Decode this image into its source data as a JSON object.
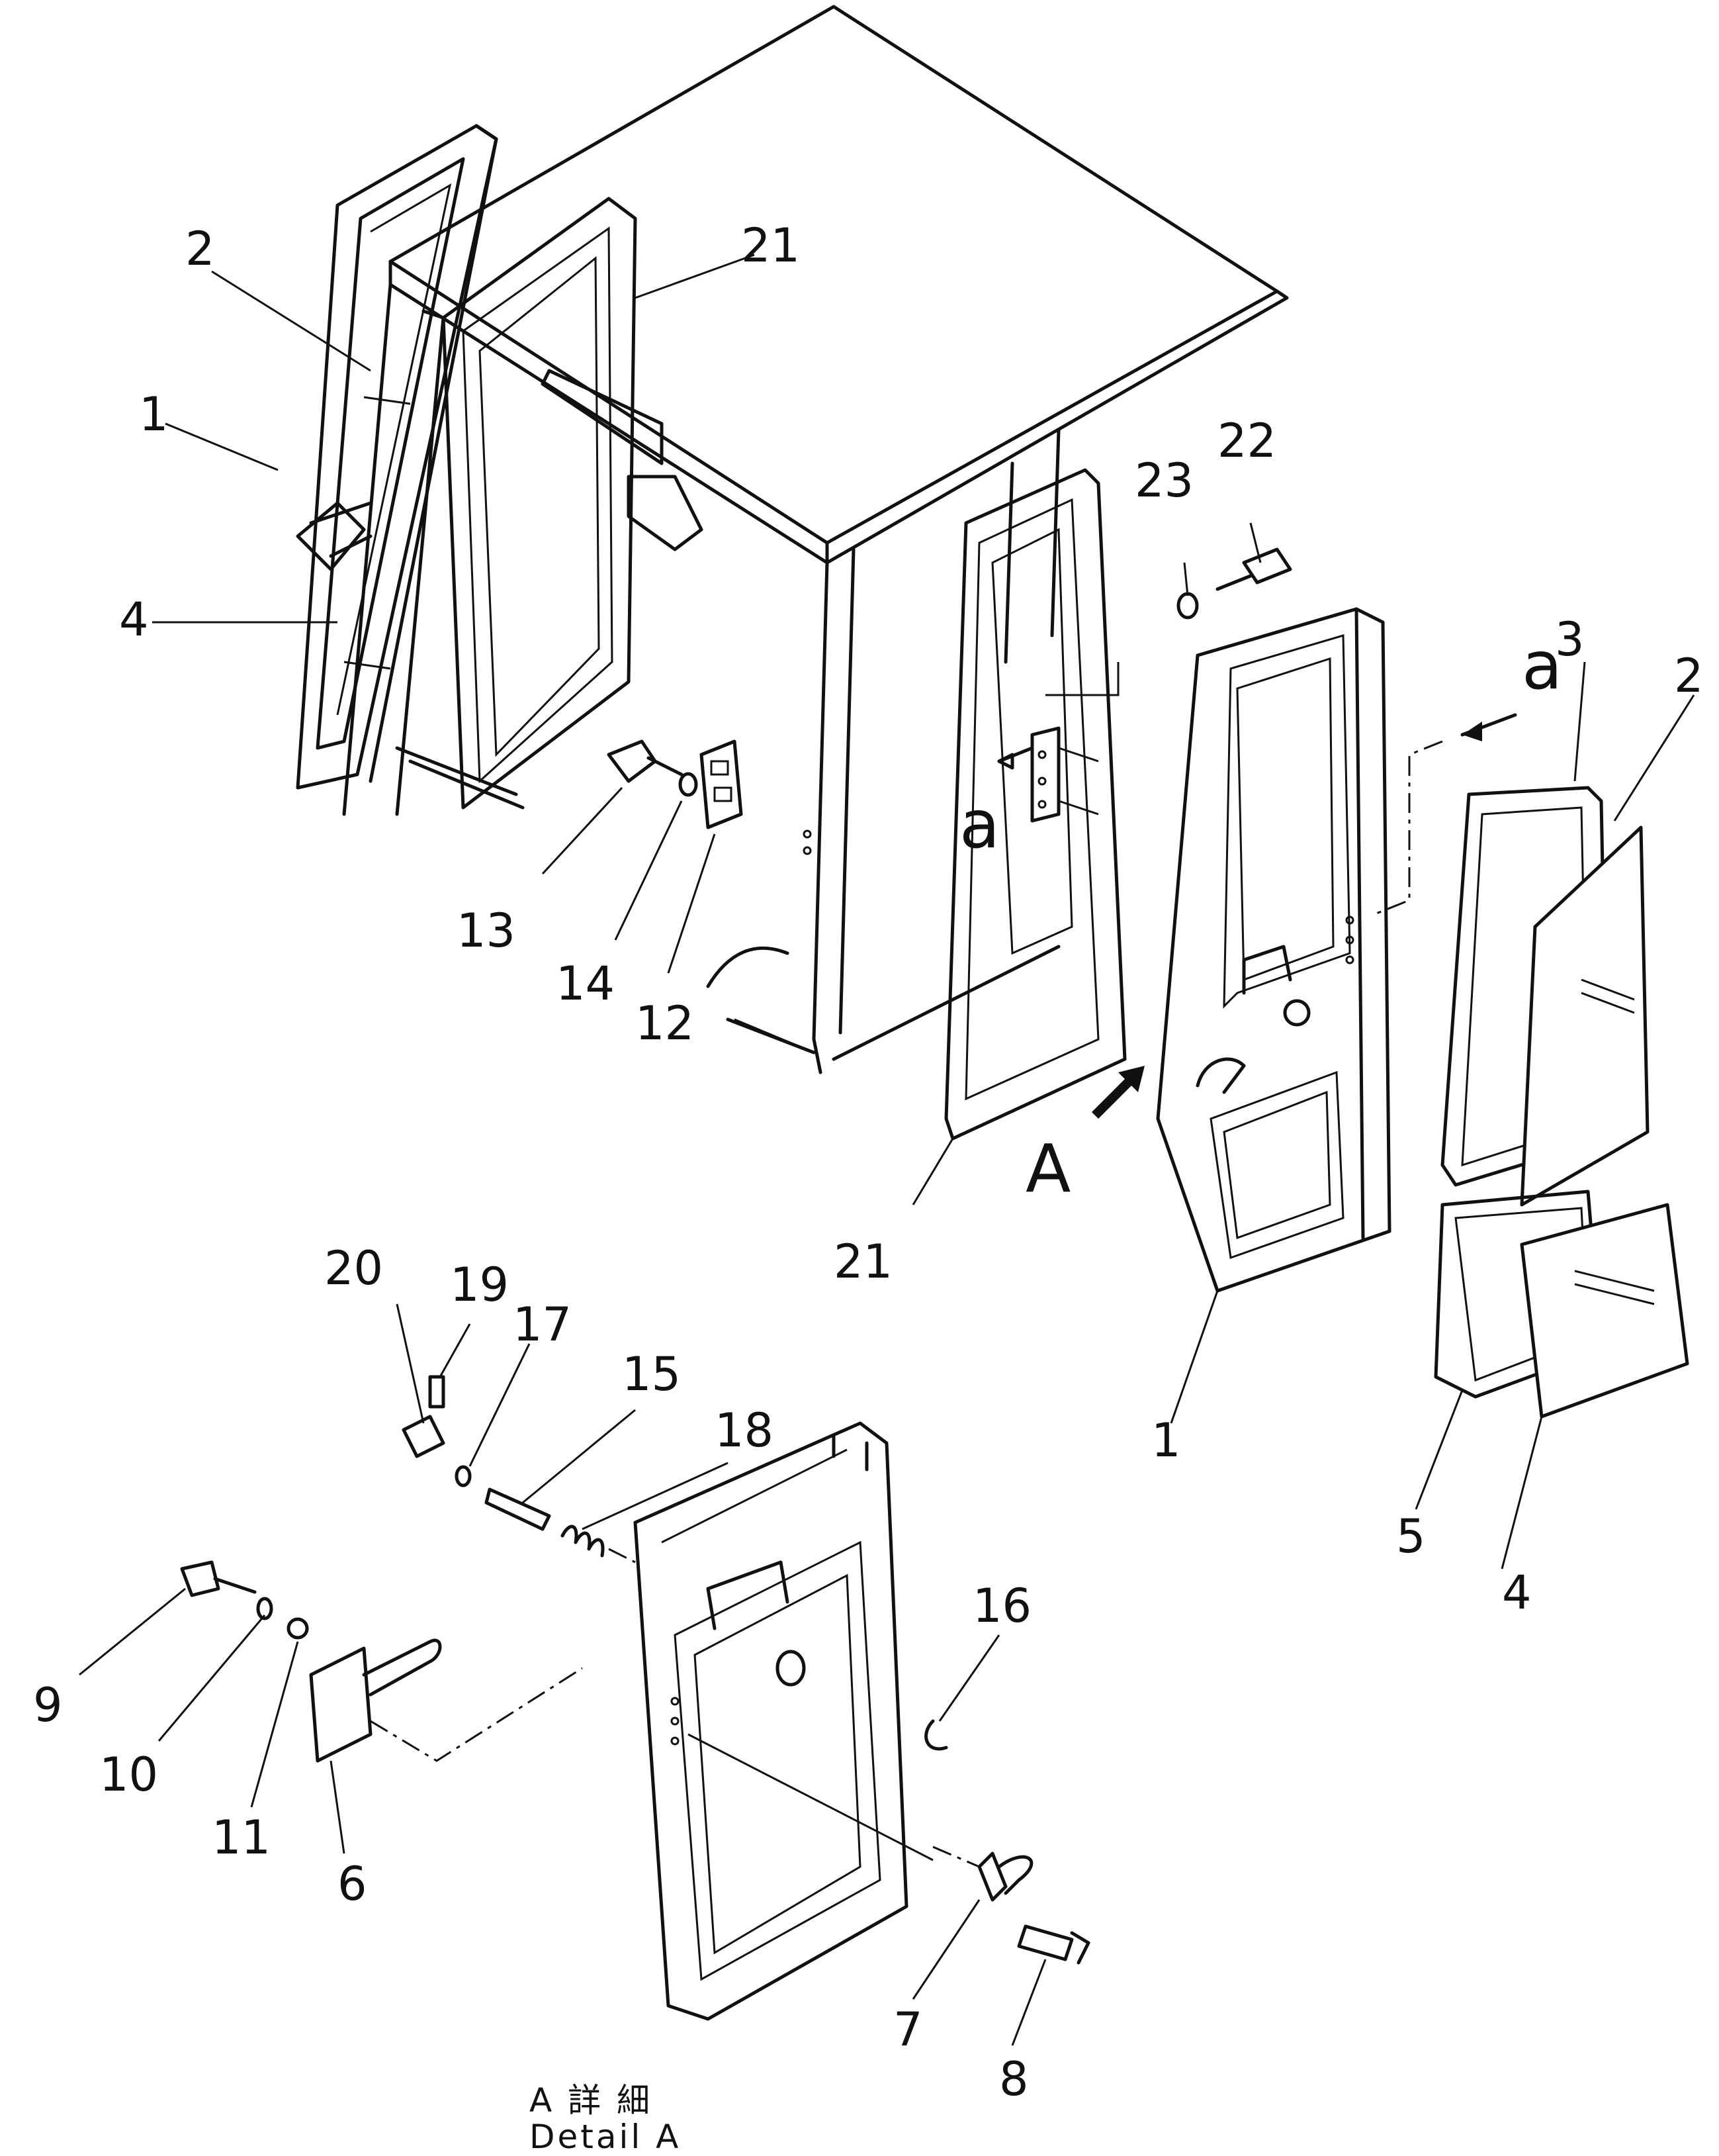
{
  "labels": {
    "n1": "1",
    "n2": "2",
    "n3": "3",
    "n4": "4",
    "n5": "5",
    "n6": "6",
    "n7": "7",
    "n8": "8",
    "n9": "9",
    "n10": "10",
    "n11": "11",
    "n12": "12",
    "n13": "13",
    "n14": "14",
    "n15": "15",
    "n16": "16",
    "n17": "17",
    "n18": "18",
    "n19": "19",
    "n20": "20",
    "n21": "21",
    "n22": "22",
    "n23": "23",
    "a": "a",
    "A": "A"
  },
  "caption": {
    "line1": "A 詳 細",
    "line2": "Detail A"
  }
}
